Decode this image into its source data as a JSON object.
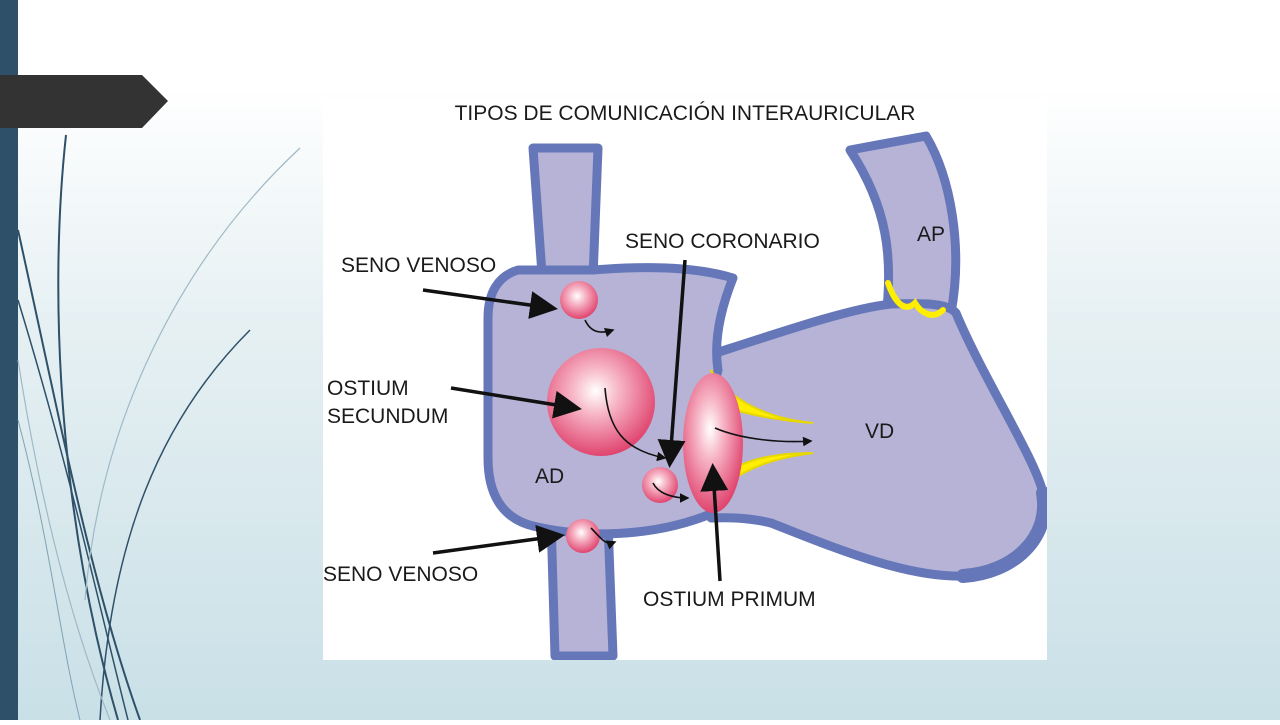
{
  "diagram": {
    "title": "TIPOS DE COMUNICACIÓN INTERAURICULAR",
    "labels": {
      "seno_venoso_top": "SENO VENOSO",
      "seno_venoso_bottom": "SENO VENOSO",
      "ostium_secundum_line1": "OSTIUM",
      "ostium_secundum_line2": "SECUNDUM",
      "seno_coronario": "SENO CORONARIO",
      "ostium_primum": "OSTIUM PRIMUM",
      "ad": "AD",
      "vd": "VD",
      "ap": "AP"
    }
  },
  "colors": {
    "slide_bar": "#2e5068",
    "tab": "#333333",
    "chamber_fill": "#b6b3d6",
    "chamber_outline": "#6577b8",
    "defect_pink": "#e85a80",
    "valve_yellow": "#ffee00",
    "arrow": "#111111"
  }
}
